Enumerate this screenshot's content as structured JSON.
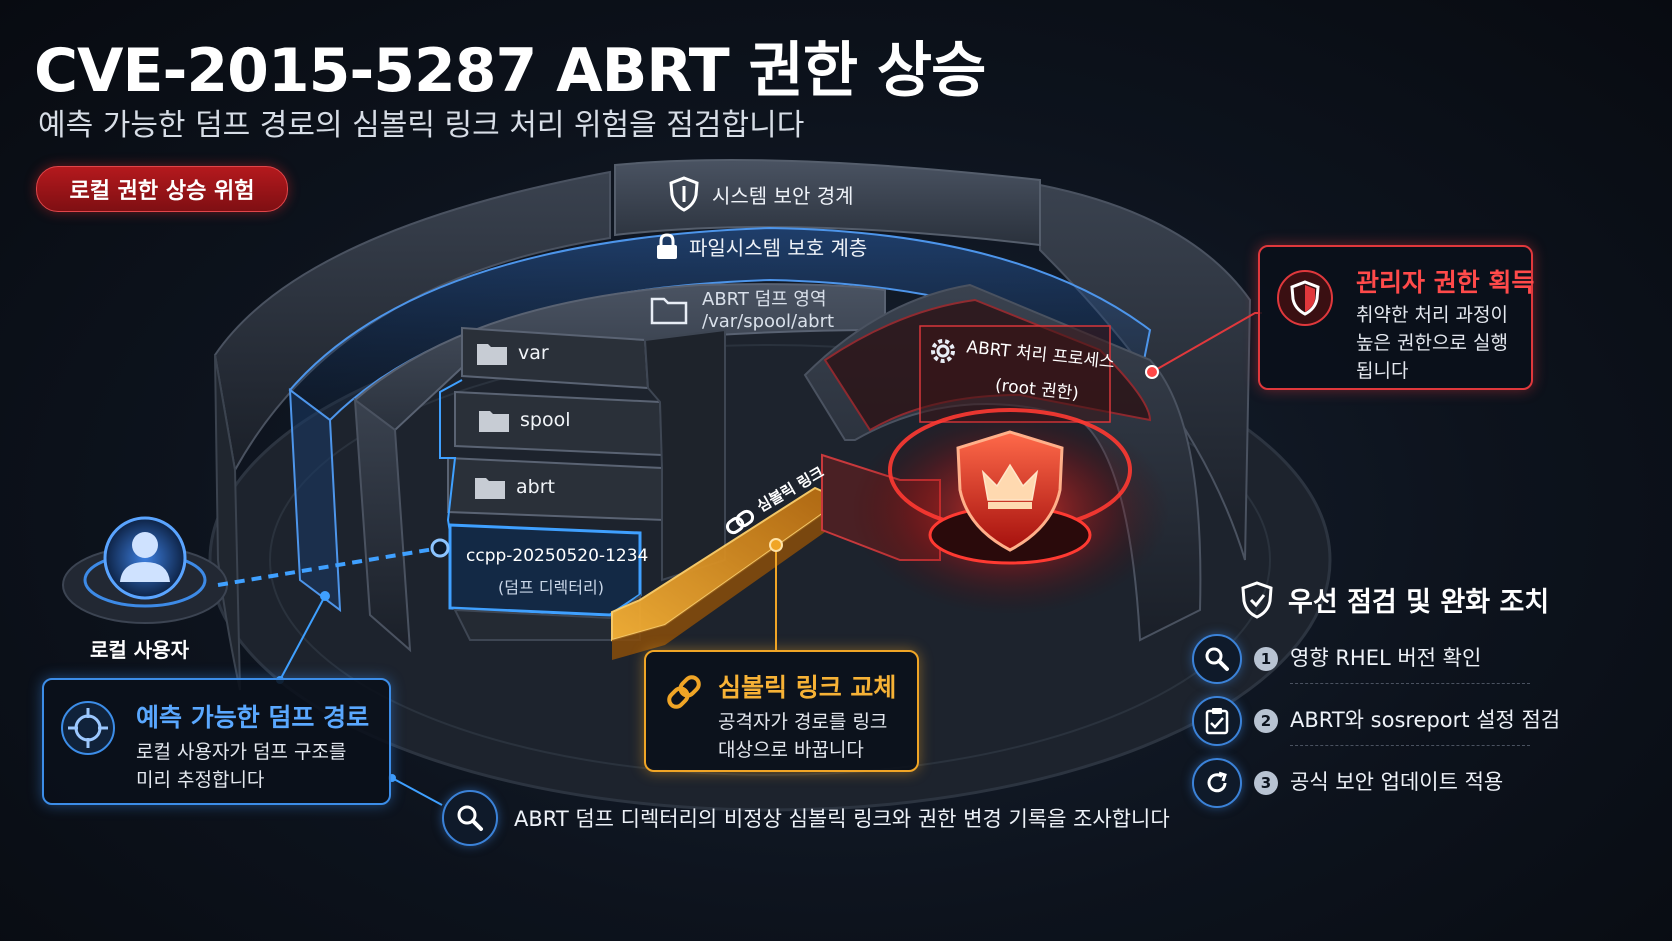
{
  "header": {
    "title": "CVE-2015-5287 ABRT 권한 상승",
    "subtitle": "예측 가능한 덤프 경로의 심볼릭 링크 처리 위험을 점검합니다",
    "risk_badge": "로컬 권한 상승 위험"
  },
  "layers": {
    "outer": "시스템 보안 경계",
    "middle": "파일시스템 보호 계층",
    "inner_title": "ABRT 덤프 영역",
    "inner_path": "/var/spool/abrt"
  },
  "folders": [
    "var",
    "spool",
    "abrt"
  ],
  "dump_dir": {
    "name": "ccpp-20250520-1234",
    "desc": "(덤프 디렉터리)"
  },
  "symlink_label": "심볼릭 링크",
  "process": {
    "name": "ABRT 처리 프로세스",
    "priv": "(root 권한)"
  },
  "user_label": "로컬 사용자",
  "cards": {
    "predictable": {
      "title": "예측 가능한 덤프 경로",
      "body": "로컬 사용자가 덤프 구조를 미리 추정합니다"
    },
    "symlink": {
      "title": "심볼릭 링크 교체",
      "body": "공격자가 경로를 링크 대상으로 바꿉니다"
    },
    "admin": {
      "title": "관리자 권한 획득",
      "body": "취약한 처리 과정이 높은 권한으로 실행됩니다"
    }
  },
  "investigate": "ABRT 덤프 디렉터리의 비정상 심볼릭 링크와 권한 변경 기록을 조사합니다",
  "mitigation": {
    "title": "우선 점검 및 완화 조치",
    "items": [
      {
        "num": "1",
        "label": "영향 RHEL 버전 확인",
        "icon": "search-icon"
      },
      {
        "num": "2",
        "label": "ABRT와 sosreport 설정 점검",
        "icon": "clipboard-check-icon"
      },
      {
        "num": "3",
        "label": "공식 보안 업데이트 적용",
        "icon": "refresh-icon"
      }
    ]
  },
  "colors": {
    "accent_blue": "#3c8de8",
    "accent_orange": "#f0a526",
    "accent_red": "#e0383c"
  }
}
